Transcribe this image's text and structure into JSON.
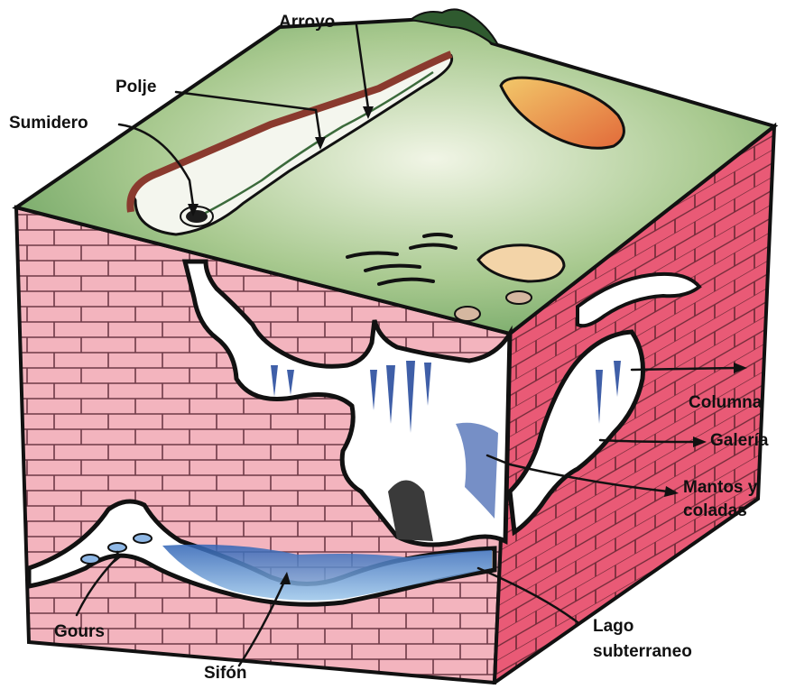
{
  "labels": {
    "arroyo": "Arroyo",
    "polje": "Polje",
    "sumidero": "Sumidero",
    "columna": "Columna",
    "galeria": "Galería",
    "mantos_1": "Mantos y",
    "mantos_2": "coladas",
    "lago_1": "Lago",
    "lago_2": "subterraneo",
    "gours": "Gours",
    "sifon": "Sifón"
  },
  "colors": {
    "brick": "#f3aeb9",
    "brick_dark": "#e24d68",
    "mortar": "#7a4a55",
    "grass": "#7fae6a",
    "grass_light": "#e9f1dc",
    "water": "#7fb0de",
    "cave_blue": "#3f5fa8",
    "outline": "#111111"
  },
  "icons": {
    "arrow": "arrow-line"
  }
}
